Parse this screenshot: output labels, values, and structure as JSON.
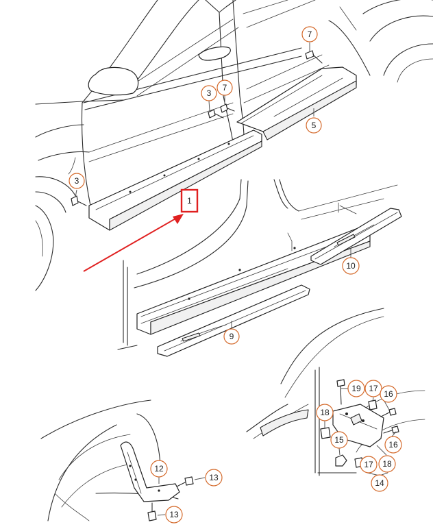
{
  "callouts": {
    "c7a": "7",
    "c3a": "3",
    "c7b": "7",
    "c5": "5",
    "c3b": "3",
    "c1": "1",
    "c10": "10",
    "c9": "9",
    "c19": "19",
    "c17a": "17",
    "c16a": "16",
    "c18a": "18",
    "c15": "15",
    "c16b": "16",
    "c17b": "17",
    "c18b": "18",
    "c14": "14",
    "c12": "12",
    "c13a": "13",
    "c13b": "13"
  },
  "highlight": {
    "target_label": "1",
    "color": "#e02020"
  },
  "colors": {
    "callout_ring": "#d4692a",
    "line_art": "#2b2b2b"
  }
}
